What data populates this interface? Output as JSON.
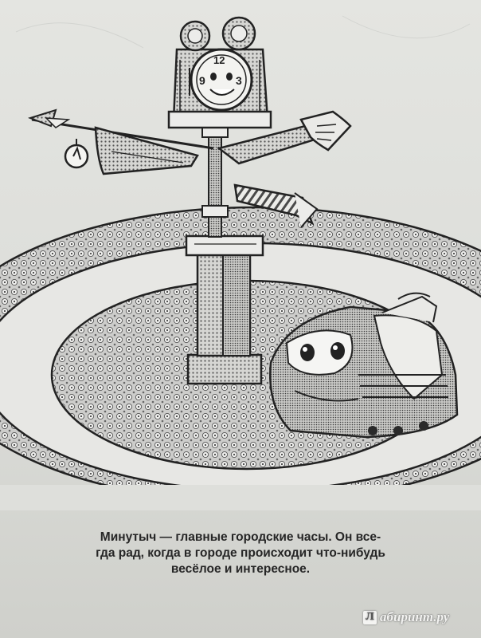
{
  "caption": {
    "line1": "Минутыч — главные городские часы. Он все-",
    "line2": "гда рад, когда в городе происходит что-нибудь",
    "line3": "весёлое и интересное."
  },
  "watermark": {
    "mark": "Л",
    "text": "абиринт.ру"
  },
  "illustration": {
    "subject": "clock-tower-with-weathervane-and-train",
    "clock_numerals": [
      "9",
      "12",
      "3"
    ]
  }
}
